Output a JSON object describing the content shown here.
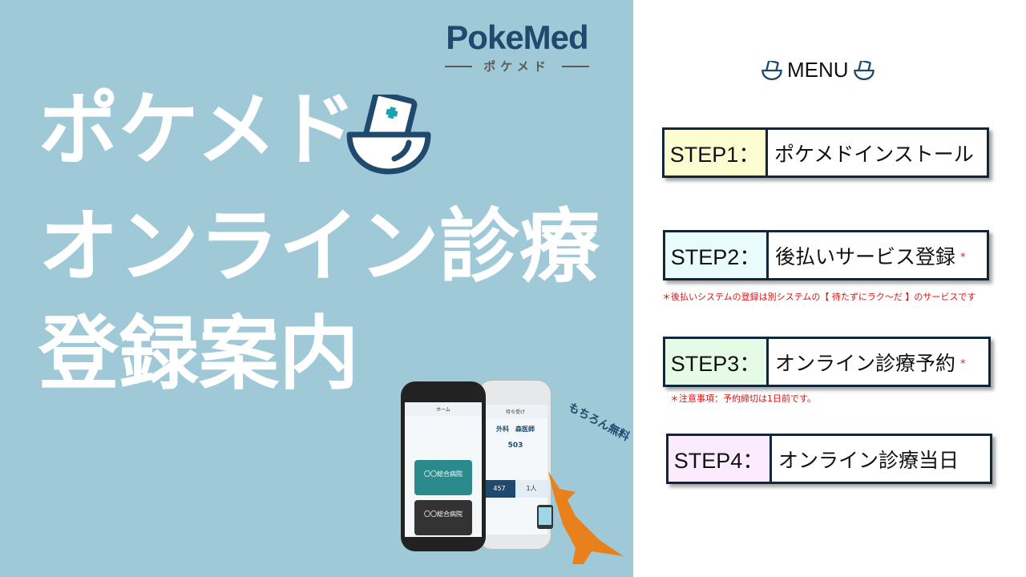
{
  "logo": {
    "name": "PokeMed",
    "kana": "ポケメド"
  },
  "title": {
    "line1": "ポケメド",
    "line2": "オンライン診療",
    "line3": "登録案内"
  },
  "illustration": {
    "phone1": {
      "header": "ホーム",
      "cards": [
        "〇〇総合病院",
        "〇〇総合病院"
      ]
    },
    "phone2": {
      "header": "待ち受け",
      "doctor": "外科　森医師",
      "reception_number": "503",
      "in_consultation": "457",
      "waiting": "1人"
    },
    "badge": "もちろん無料"
  },
  "menu": {
    "label": "MENU"
  },
  "steps": [
    {
      "label": "STEP1：",
      "text": "ポケメドインストール",
      "color": "#fdfdd2",
      "asterisk": ""
    },
    {
      "label": "STEP2：",
      "text": "後払いサービス登録",
      "color": "#e9fbfb",
      "asterisk": "*",
      "note": "＊後払いシステムの登録は別システムの【 待たずにラク～だ 】のサービスです"
    },
    {
      "label": "STEP3：",
      "text": "オンライン診療予約",
      "color": "#e6fbe6",
      "asterisk": "*",
      "note": "＊注意事項：予約締切は1日前です。"
    },
    {
      "label": "STEP4：",
      "text": "オンライン診療当日",
      "color": "#fcebfc",
      "asterisk": ""
    }
  ],
  "colors": {
    "background": "#a0c9d7",
    "brand": "#1f4a6e",
    "accent": "#e8801c",
    "note": "#e01010"
  }
}
